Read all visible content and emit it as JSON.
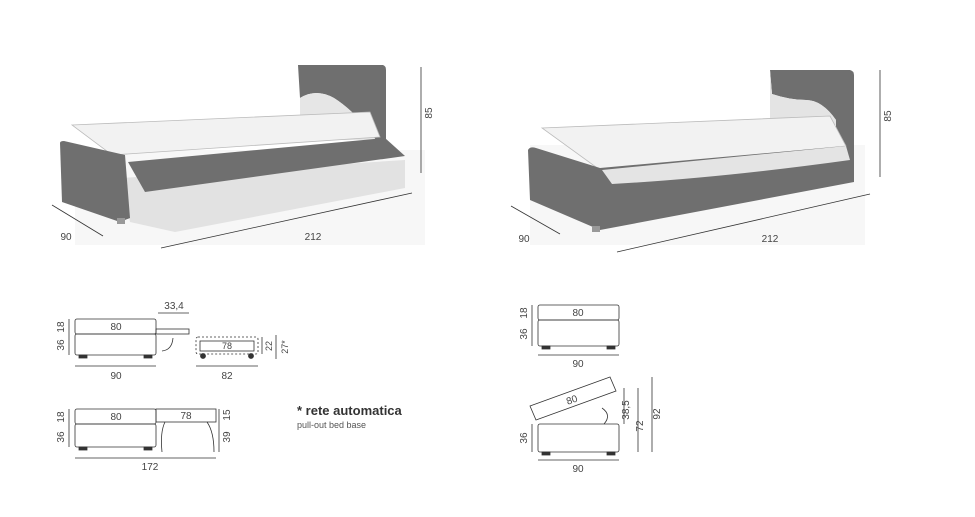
{
  "bed_left": {
    "depth": "90",
    "length": "212",
    "height": "85"
  },
  "bed_right": {
    "depth": "90",
    "length": "212",
    "height": "85"
  },
  "diagram_tl": {
    "top_h": "18",
    "base_h": "36",
    "mattress": "80",
    "extension": "33,4",
    "width": "90",
    "pullout_inner": "78",
    "pullout_h": "22",
    "pullout_h_total": "27*",
    "pullout_w": "82"
  },
  "diagram_bl": {
    "top_h": "18",
    "base_h": "36",
    "mattress_main": "80",
    "mattress_pull": "78",
    "pull_top": "15",
    "pull_leg": "39",
    "width": "172"
  },
  "diagram_tr": {
    "top_h": "18",
    "base_h": "36",
    "mattress": "80",
    "width": "90"
  },
  "diagram_br": {
    "mattress": "80",
    "base_h": "36",
    "lift": "38,5",
    "open_h": "72",
    "total_h": "92",
    "width": "90"
  },
  "note": {
    "title": "* rete automatica",
    "subtitle": "pull-out bed base"
  },
  "colors": {
    "upholstery": "#6f6f6f",
    "mattress": "#f4f4f4",
    "line": "#333333"
  }
}
